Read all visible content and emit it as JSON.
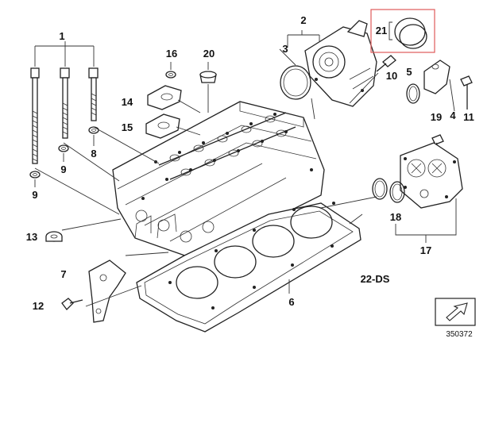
{
  "diagram": {
    "callouts": [
      {
        "id": "c1",
        "label": "1"
      },
      {
        "id": "c2",
        "label": "2"
      },
      {
        "id": "c3",
        "label": "3"
      },
      {
        "id": "c4",
        "label": "4"
      },
      {
        "id": "c5",
        "label": "5"
      },
      {
        "id": "c6",
        "label": "6"
      },
      {
        "id": "c7",
        "label": "7"
      },
      {
        "id": "c8",
        "label": "8"
      },
      {
        "id": "c9a",
        "label": "9"
      },
      {
        "id": "c9b",
        "label": "9"
      },
      {
        "id": "c10",
        "label": "10"
      },
      {
        "id": "c11",
        "label": "11"
      },
      {
        "id": "c12",
        "label": "12"
      },
      {
        "id": "c13",
        "label": "13"
      },
      {
        "id": "c14",
        "label": "14"
      },
      {
        "id": "c15",
        "label": "15"
      },
      {
        "id": "c16",
        "label": "16"
      },
      {
        "id": "c17",
        "label": "17"
      },
      {
        "id": "c18",
        "label": "18"
      },
      {
        "id": "c19",
        "label": "19"
      },
      {
        "id": "c20",
        "label": "20"
      },
      {
        "id": "c21",
        "label": "21"
      }
    ],
    "engine_code": "22-DS",
    "diagram_number": "350372",
    "highlight_color": "#e05a5a"
  }
}
